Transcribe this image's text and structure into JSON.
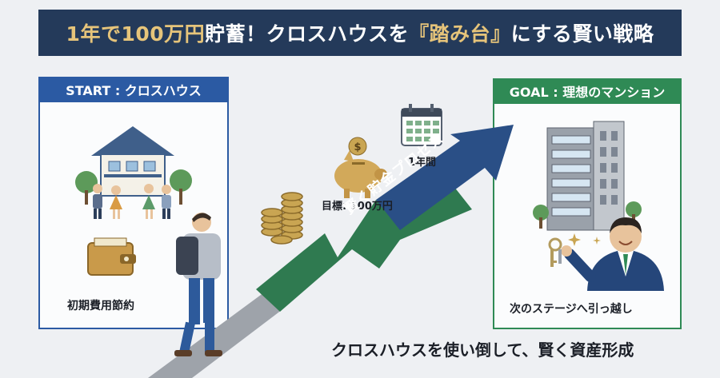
{
  "title": {
    "part1": "1年で100万円",
    "part2": "貯蓄！クロスハウスを",
    "part3": "『踏み台』",
    "part4": "にする賢い戦略"
  },
  "start_panel": {
    "header": "START : クロスハウス",
    "caption": "初期費用節約"
  },
  "goal_panel": {
    "header": "GOAL : 理想のマンション",
    "caption": "次のステージへ引っ越し"
  },
  "arrow": {
    "label": "賢く貯金プロセス"
  },
  "milestones": {
    "target": "目標: 100万円",
    "period": "1年間"
  },
  "footer": "クロスハウスを使い倒して、賢く資産形成",
  "colors": {
    "banner": "#243a5a",
    "accent_gold": "#e6c47a",
    "start_blue": "#2b5aa3",
    "goal_green": "#2f8a55",
    "arrow_green": "#2f7a50",
    "arrow_blue": "#2a4f86",
    "arrow_gray": "#9ea3aa"
  },
  "icons": [
    "house-icon",
    "family-icon",
    "wallet-icon",
    "coin-stack-icon",
    "piggy-bank-icon",
    "calendar-icon",
    "apartment-building-icon",
    "keys-icon",
    "businessman-icon",
    "backpacker-icon"
  ]
}
